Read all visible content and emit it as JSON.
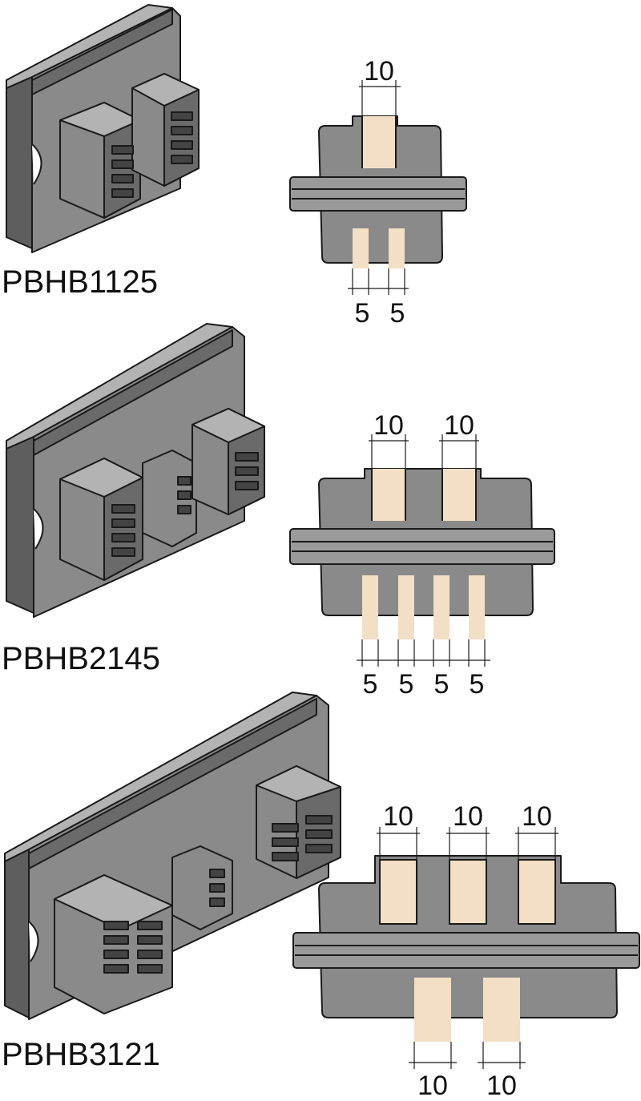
{
  "colors": {
    "body_gray": "#8a8a8a",
    "dark_gray": "#5e5e5e",
    "light_gray": "#b3b3b3",
    "slot_fill": "#f3dfc5",
    "outline": "#1a1a1a"
  },
  "products": [
    {
      "model": "PBHB1125",
      "top_slot_widths": [
        "10"
      ],
      "bottom_slot_widths": [
        "5",
        "5"
      ]
    },
    {
      "model": "PBHB2145",
      "top_slot_widths": [
        "10",
        "10"
      ],
      "bottom_slot_widths": [
        "5",
        "5",
        "5",
        "5"
      ]
    },
    {
      "model": "PBHB3121",
      "top_slot_widths": [
        "10",
        "10",
        "10"
      ],
      "bottom_slot_widths": [
        "10",
        "10"
      ]
    }
  ]
}
